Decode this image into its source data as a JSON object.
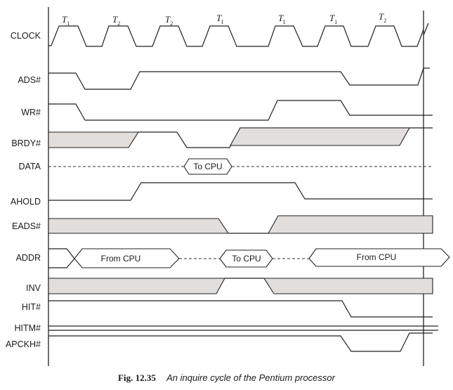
{
  "signals": [
    "CLOCK",
    "ADS#",
    "WR#",
    "BRDY#",
    "DATA",
    "AHOLD",
    "EADS#",
    "ADDR",
    "INV",
    "HIT#",
    "HITM#",
    "APCKH#"
  ],
  "clock_states": [
    {
      "t": "T",
      "sub": "1"
    },
    {
      "t": "T",
      "sub": "2"
    },
    {
      "t": "T",
      "sub": "2"
    },
    {
      "t": "T",
      "sub": "I"
    },
    {
      "t": "T",
      "sub": "I"
    },
    {
      "t": "T",
      "sub": "1"
    },
    {
      "t": "T",
      "sub": "2"
    }
  ],
  "data_label": "To CPU",
  "addr_labels": [
    "From CPU",
    "To CPU",
    "From CPU"
  ],
  "caption": {
    "fig": "Fig. 12.35",
    "text": "An inquire cycle of the Pentium processor"
  }
}
